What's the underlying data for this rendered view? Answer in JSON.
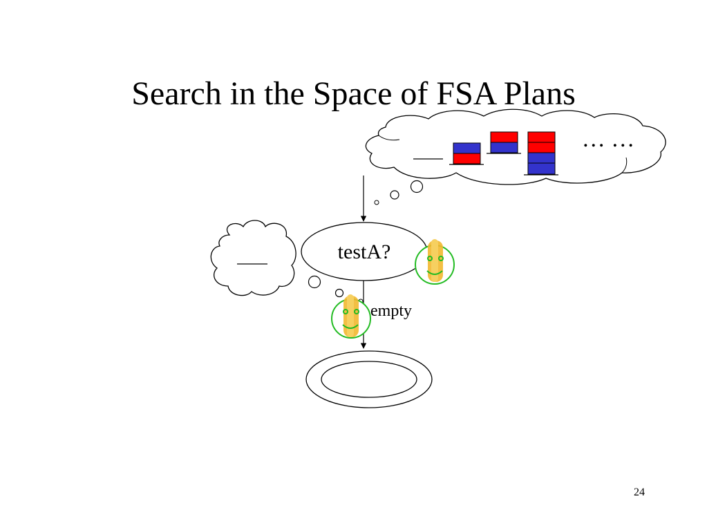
{
  "slide": {
    "title": "Search in the Space of FSA Plans",
    "page_number": "24"
  },
  "diagram": {
    "state_label": "testA?",
    "edge_label": "empty",
    "thought_ellipsis": "… …",
    "colors": {
      "block_red": "#ff0000",
      "block_blue": "#3333cc",
      "smiley_ring": "#22bb22",
      "smiley_face": "#f2b830",
      "line": "#000000"
    }
  }
}
